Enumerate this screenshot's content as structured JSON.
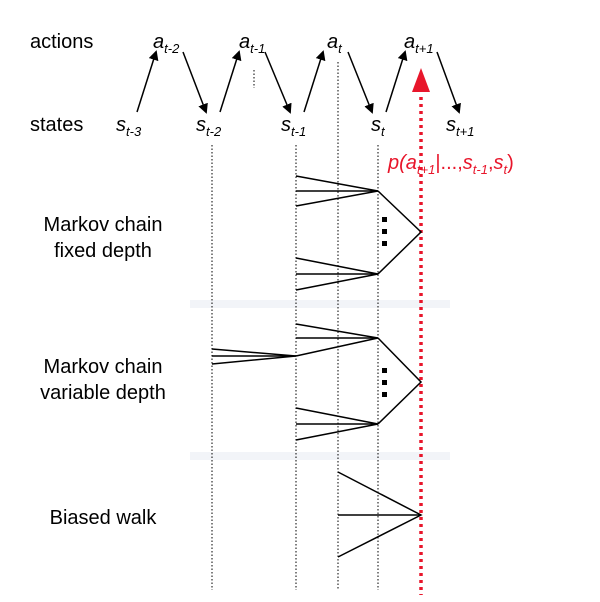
{
  "header": {
    "actions_label": "actions",
    "states_label": "states"
  },
  "actions": [
    {
      "base": "a",
      "sub": "t-2"
    },
    {
      "base": "a",
      "sub": "t-1"
    },
    {
      "base": "a",
      "sub": "t"
    },
    {
      "base": "a",
      "sub": "t+1"
    }
  ],
  "states": [
    {
      "base": "s",
      "sub": "t-3"
    },
    {
      "base": "s",
      "sub": "t-2"
    },
    {
      "base": "s",
      "sub": "t-1"
    },
    {
      "base": "s",
      "sub": "t"
    },
    {
      "base": "s",
      "sub": "t+1"
    }
  ],
  "probability": {
    "p": "p(",
    "a": "a",
    "a_sub": "t+1",
    "mid": "|...,",
    "s1": "s",
    "s1_sub": "t-1",
    "comma": ",",
    "s2": "s",
    "s2_sub": "t",
    "close": ")"
  },
  "sections": {
    "fixed": {
      "line1": "Markov chain",
      "line2": "fixed depth"
    },
    "variable": {
      "line1": "Markov chain",
      "line2": "variable depth"
    },
    "biased": {
      "line1": "Biased walk"
    }
  },
  "colors": {
    "accent_red": "#e8162b",
    "line": "#000000",
    "separator": "#f2f4f8"
  }
}
